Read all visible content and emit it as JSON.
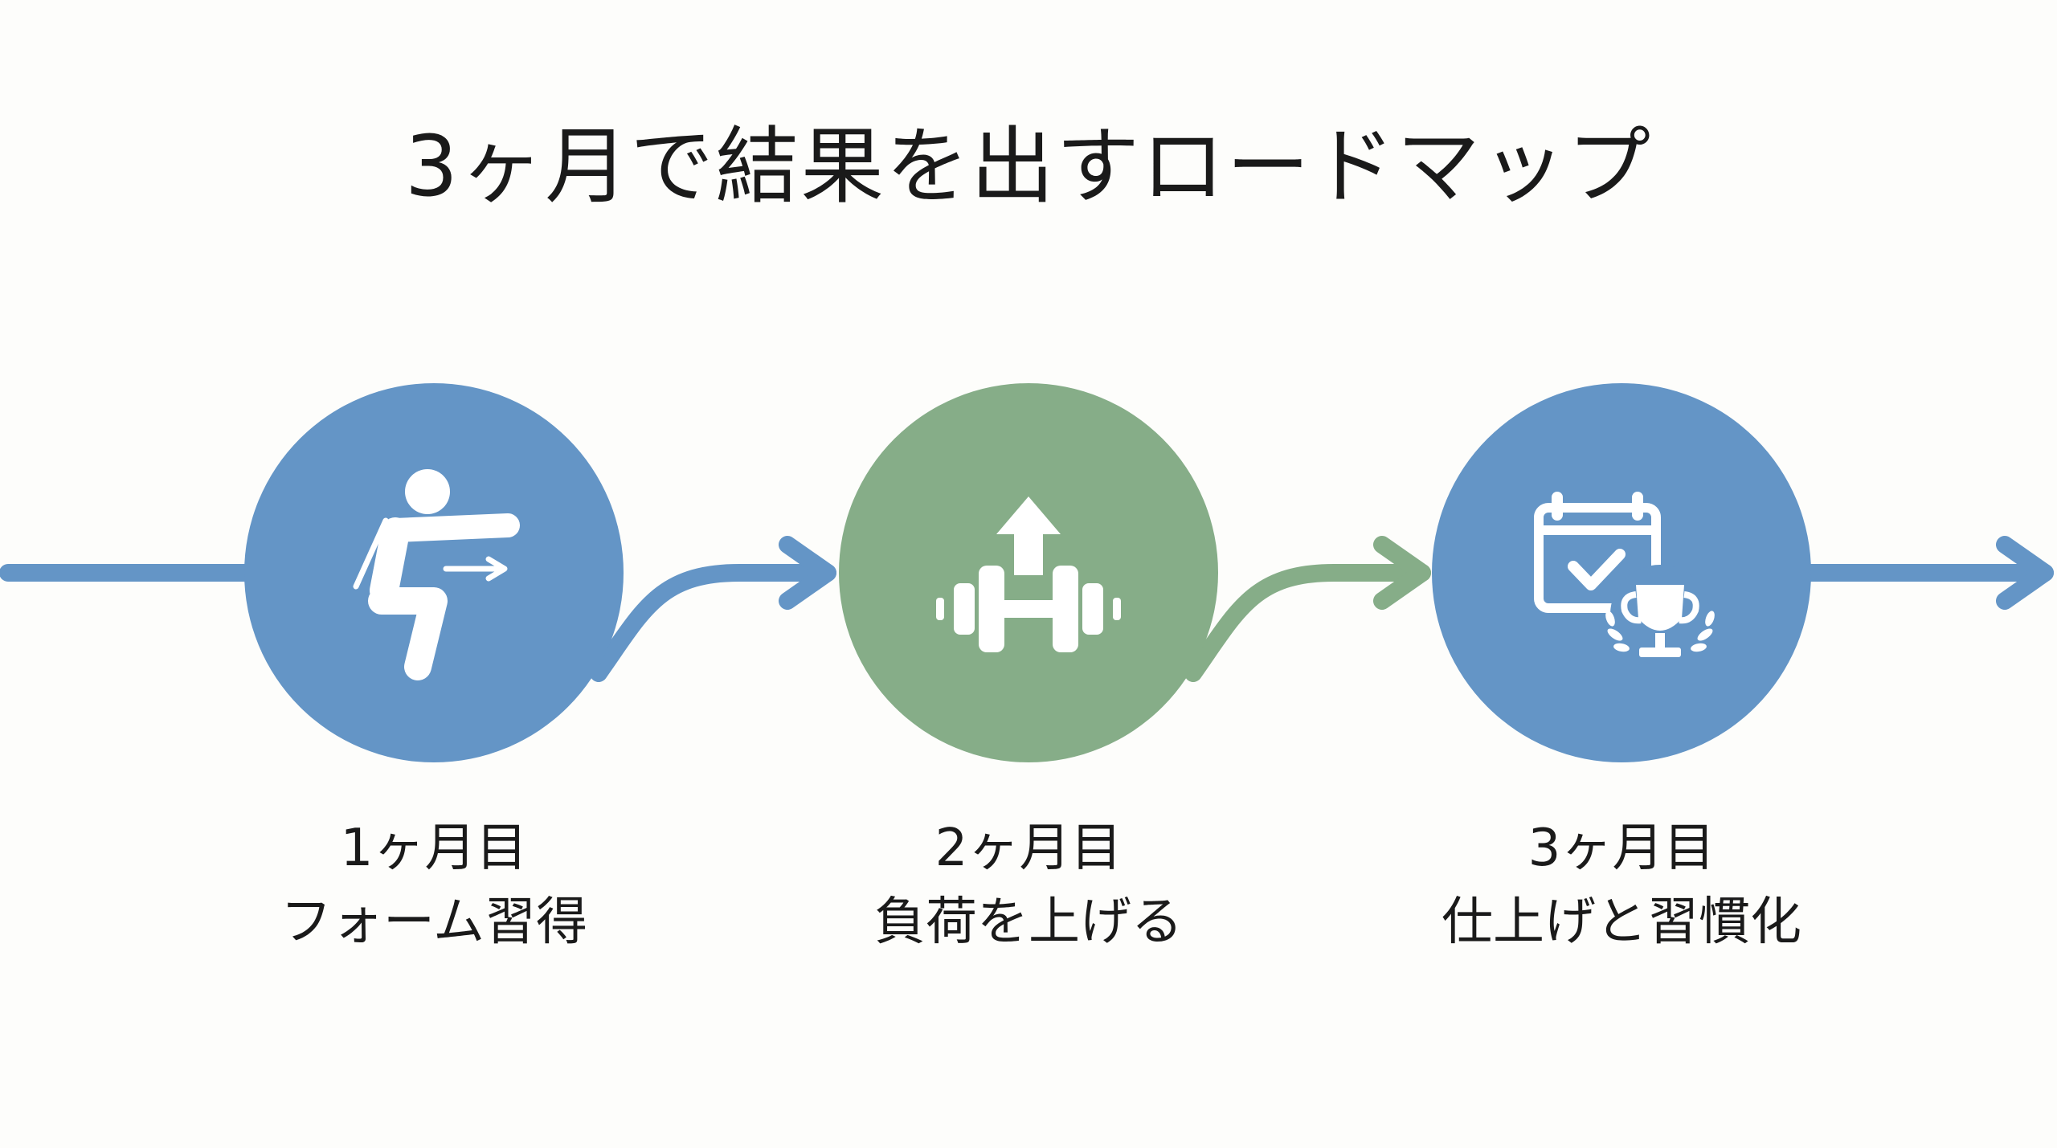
{
  "title": "3ヶ月で結果を出すロードマップ",
  "colors": {
    "blue": "#6495c6",
    "green": "#86ad88",
    "icon": "#ffffff",
    "text": "#1a1a1a",
    "background": "#fdfdfb"
  },
  "steps": [
    {
      "month": "1ヶ月目",
      "label": "フォーム習得",
      "icon": "squat-icon",
      "color": "blue"
    },
    {
      "month": "2ヶ月目",
      "label": "負荷を上げる",
      "icon": "dumbbell-up-icon",
      "color": "green"
    },
    {
      "month": "3ヶ月目",
      "label": "仕上げと習慣化",
      "icon": "calendar-trophy-icon",
      "color": "blue"
    }
  ]
}
